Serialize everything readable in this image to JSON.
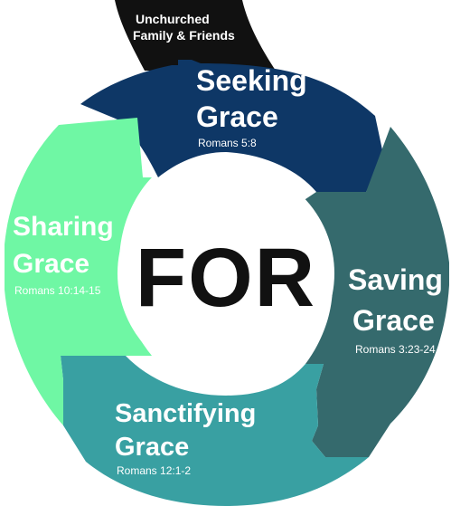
{
  "top_label": {
    "line1": "Unchurched",
    "line2": "Family & Friends"
  },
  "center_word": "FOR",
  "segments": [
    {
      "id": "seeking",
      "title_line1": "Seeking",
      "title_line2": "Grace",
      "reference": "Romans 5:8",
      "color": "#0e3766"
    },
    {
      "id": "saving",
      "title_line1": "Saving",
      "title_line2": "Grace",
      "reference": "Romans 3:23-24",
      "color": "#356a6d"
    },
    {
      "id": "sanctifying",
      "title_line1": "Sanctifying",
      "title_line2": "Grace",
      "reference": "Romans 12:1-2",
      "color": "#39a0a2"
    },
    {
      "id": "sharing",
      "title_line1": "Sharing",
      "title_line2": "Grace",
      "reference": "Romans 10:14-15",
      "color": "#6ff7a4"
    }
  ],
  "colors": {
    "top_tab": "#111111",
    "center_text": "#111111",
    "segment_text": "#ffffff"
  }
}
